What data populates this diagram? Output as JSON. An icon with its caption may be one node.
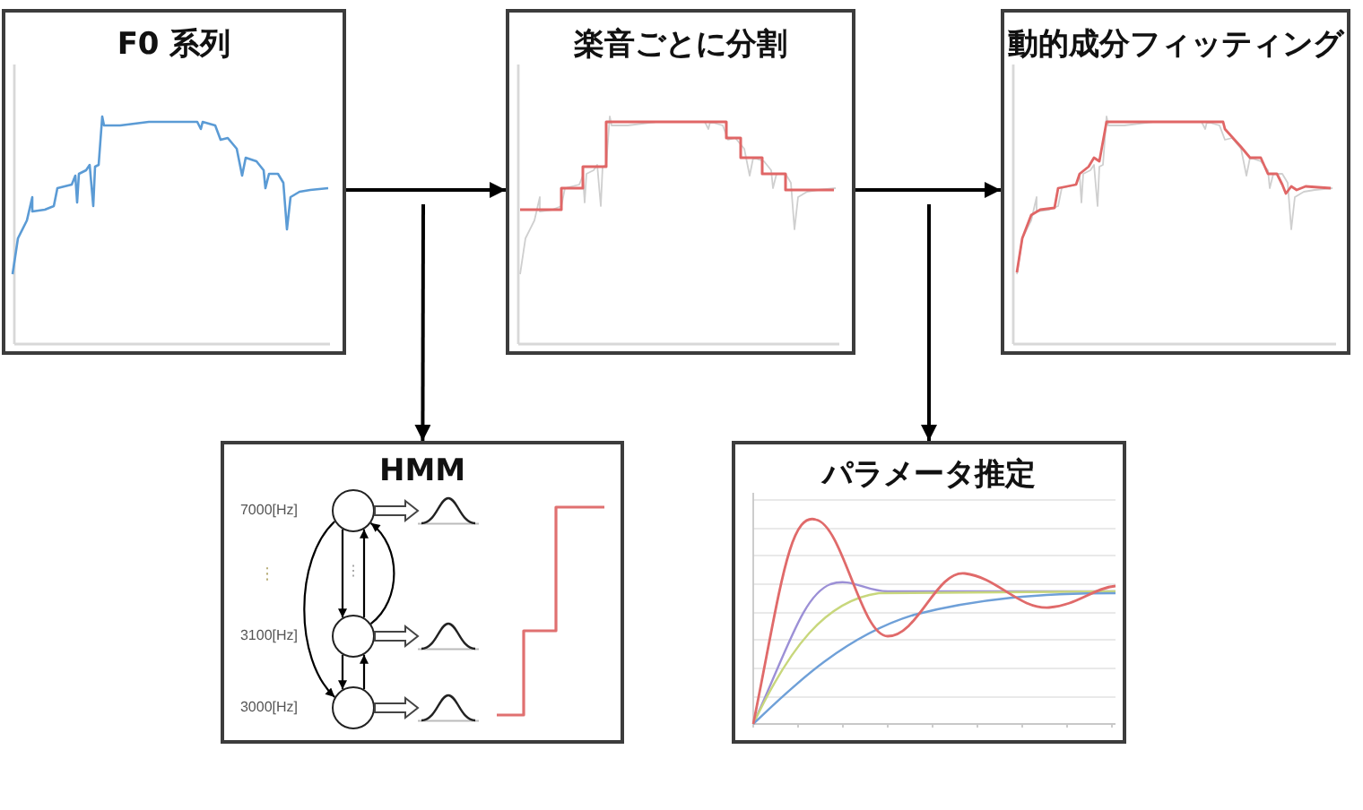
{
  "diagram": {
    "nodes": [
      {
        "text": [
          "F0 系列"
        ]
      },
      {
        "text": [
          "楽音ごとに分割"
        ]
      },
      {
        "text": [
          "動的成分フィッティング"
        ]
      },
      {
        "text": [
          "HMM"
        ]
      },
      {
        "text": [],
        "shape": "circle",
        "in": 3,
        "beside": [
          "7000[Hz]"
        ]
      },
      {
        "text": [],
        "shape": "circle",
        "in": 3,
        "beside": [
          "3100[Hz]"
        ]
      },
      {
        "text": [],
        "shape": "circle",
        "in": 3,
        "beside": [
          "3000[Hz]"
        ]
      },
      {
        "text": [],
        "shape": "picture",
        "in": 3
      },
      {
        "text": [],
        "shape": "picture",
        "in": 3
      },
      {
        "text": [],
        "shape": "picture",
        "in": 3
      },
      {
        "text": [
          "パラメータ推定"
        ]
      }
    ],
    "edges": [
      {
        "from": 0,
        "to": 1,
        "arrow": "to"
      },
      {
        "from": null,
        "to": 3,
        "arrow": "to"
      },
      {
        "from": 1,
        "to": 2,
        "arrow": "to"
      },
      {
        "from": null,
        "to": 10,
        "arrow": "to"
      },
      {
        "from": 4,
        "to": 5,
        "arrow": "to"
      },
      {
        "from": 5,
        "to": 4,
        "arrow": "to"
      },
      {
        "from": 5,
        "to": 6,
        "arrow": "to"
      },
      {
        "from": 6,
        "to": 5,
        "arrow": "to"
      },
      {
        "from": 4,
        "to": 6,
        "arrow": "to"
      },
      {
        "from": 5,
        "to": 4,
        "arrow": "to"
      },
      {
        "from": 4,
        "to": 7,
        "arrow": "to",
        "style": "thick"
      },
      {
        "from": 5,
        "to": 8,
        "arrow": "to",
        "style": "thick"
      },
      {
        "from": 6,
        "to": 9,
        "arrow": "to",
        "style": "thick"
      }
    ],
    "labels": [
      "⋮",
      "⋮"
    ]
  }
}
